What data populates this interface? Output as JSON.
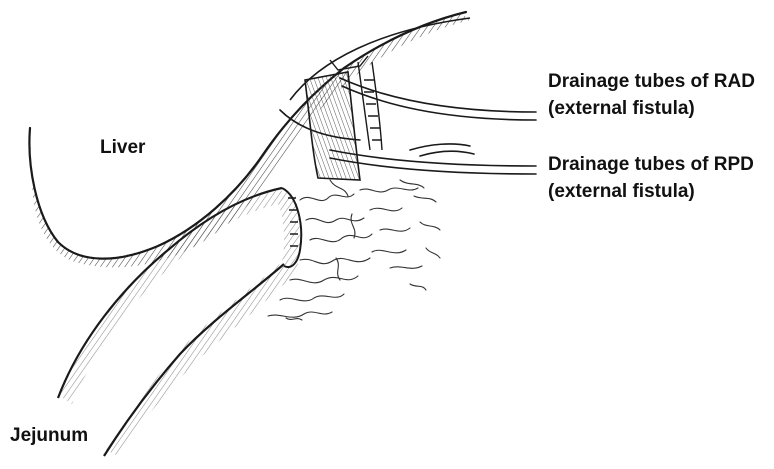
{
  "labels": {
    "liver": "Liver",
    "jejunum": "Jejunum",
    "rad_tubes": {
      "line1": "Drainage tubes of RAD",
      "line2": "(external fistula)"
    },
    "rpd_tubes": {
      "line1": "Drainage tubes of RPD",
      "line2": "(external fistula)"
    }
  },
  "colors": {
    "ink": "#1a1a1a",
    "background": "#ffffff"
  }
}
